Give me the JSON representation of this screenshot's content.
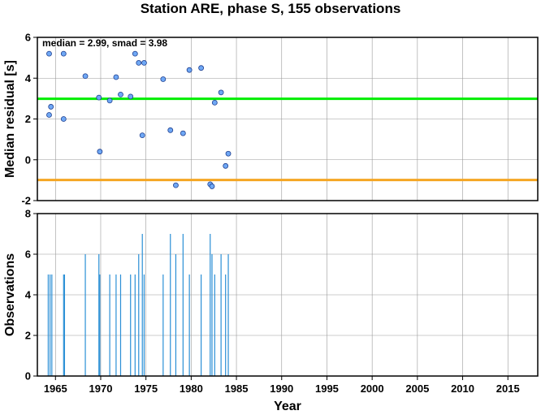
{
  "chart_data": {
    "title": "Station ARE, phase S, 155 observations",
    "x_axis": {
      "label": "Year",
      "range": [
        1963.0,
        2018.3
      ],
      "ticks": [
        1965,
        1970,
        1975,
        1980,
        1985,
        1990,
        1995,
        2000,
        2005,
        2010,
        2015
      ],
      "grid": true
    },
    "panels": [
      {
        "type": "scatter",
        "ylabel": "Median residual [s]",
        "ylim": [
          -2,
          6
        ],
        "yticks": [
          -2,
          0,
          2,
          4,
          6
        ],
        "grid": true,
        "annotation": "median = 2.99, smad = 3.98",
        "reference_lines": [
          {
            "value": 2.99,
            "color": "#00ee00"
          },
          {
            "value": -0.99,
            "color": "#f5a623"
          }
        ],
        "marker_color": "#6fa8f5",
        "points": [
          {
            "x": 1964.3,
            "y": 5.2
          },
          {
            "x": 1964.5,
            "y": 2.6
          },
          {
            "x": 1964.3,
            "y": 2.2
          },
          {
            "x": 1965.9,
            "y": 5.2
          },
          {
            "x": 1965.9,
            "y": 2.0
          },
          {
            "x": 1968.3,
            "y": 4.1
          },
          {
            "x": 1969.8,
            "y": 3.05
          },
          {
            "x": 1969.9,
            "y": 0.4
          },
          {
            "x": 1971.0,
            "y": 2.9
          },
          {
            "x": 1971.7,
            "y": 4.05
          },
          {
            "x": 1972.2,
            "y": 3.2
          },
          {
            "x": 1973.3,
            "y": 3.1
          },
          {
            "x": 1973.8,
            "y": 5.2
          },
          {
            "x": 1974.2,
            "y": 4.75
          },
          {
            "x": 1974.8,
            "y": 4.75
          },
          {
            "x": 1974.6,
            "y": 1.2
          },
          {
            "x": 1976.9,
            "y": 3.95
          },
          {
            "x": 1977.7,
            "y": 1.45
          },
          {
            "x": 1978.3,
            "y": -1.25
          },
          {
            "x": 1979.1,
            "y": 1.3
          },
          {
            "x": 1979.8,
            "y": 4.4
          },
          {
            "x": 1981.1,
            "y": 4.5
          },
          {
            "x": 1982.1,
            "y": -1.2
          },
          {
            "x": 1982.3,
            "y": -1.3
          },
          {
            "x": 1982.6,
            "y": 2.8
          },
          {
            "x": 1983.3,
            "y": 3.3
          },
          {
            "x": 1983.8,
            "y": -0.3
          },
          {
            "x": 1984.1,
            "y": 0.3
          }
        ]
      },
      {
        "type": "bar",
        "ylabel": "Observations",
        "ylim": [
          0,
          8
        ],
        "yticks": [
          0,
          2,
          4,
          6,
          8
        ],
        "grid": true,
        "bar_color": "#2a8fd6",
        "bars": [
          {
            "x": 1964.2,
            "y": 5
          },
          {
            "x": 1964.4,
            "y": 5
          },
          {
            "x": 1964.6,
            "y": 5
          },
          {
            "x": 1965.9,
            "y": 5
          },
          {
            "x": 1966.0,
            "y": 5
          },
          {
            "x": 1968.3,
            "y": 6
          },
          {
            "x": 1969.8,
            "y": 6
          },
          {
            "x": 1969.9,
            "y": 5
          },
          {
            "x": 1971.0,
            "y": 5
          },
          {
            "x": 1971.7,
            "y": 5
          },
          {
            "x": 1972.2,
            "y": 5
          },
          {
            "x": 1973.3,
            "y": 5
          },
          {
            "x": 1973.8,
            "y": 5
          },
          {
            "x": 1974.2,
            "y": 6
          },
          {
            "x": 1974.6,
            "y": 7
          },
          {
            "x": 1974.8,
            "y": 5
          },
          {
            "x": 1976.9,
            "y": 5
          },
          {
            "x": 1977.7,
            "y": 7
          },
          {
            "x": 1978.3,
            "y": 6
          },
          {
            "x": 1979.1,
            "y": 7
          },
          {
            "x": 1979.8,
            "y": 5
          },
          {
            "x": 1981.1,
            "y": 5
          },
          {
            "x": 1982.1,
            "y": 7
          },
          {
            "x": 1982.3,
            "y": 6
          },
          {
            "x": 1982.6,
            "y": 5
          },
          {
            "x": 1983.3,
            "y": 6
          },
          {
            "x": 1983.8,
            "y": 5
          },
          {
            "x": 1984.1,
            "y": 6
          }
        ]
      }
    ]
  }
}
